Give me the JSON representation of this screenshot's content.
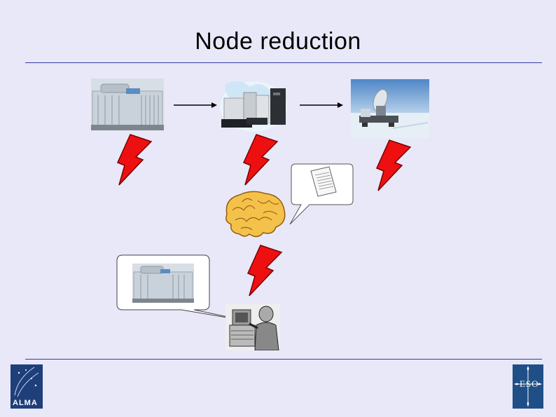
{
  "slide": {
    "title": "Node reduction"
  },
  "logos": {
    "left_text": "ALMA",
    "right_text": "ESO"
  },
  "colors": {
    "background": "#e8e8f8",
    "rule": "#3a3aa0",
    "bolt": "#ee1010",
    "bolt_outline": "#7a0000",
    "logo_blue": "#1f4f86"
  }
}
